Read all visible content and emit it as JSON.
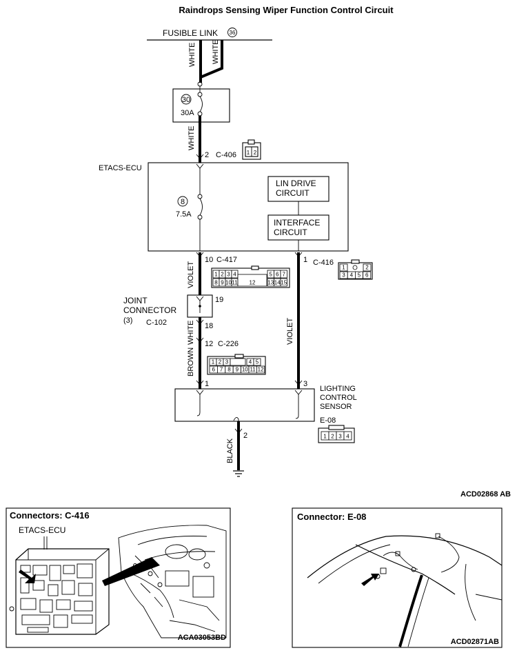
{
  "title": "Raindrops Sensing Wiper Function Control Circuit",
  "fusible_link": {
    "label": "FUSIBLE LINK",
    "number": "36"
  },
  "fuse_30": {
    "number": "30",
    "rating": "30A"
  },
  "fuse_8": {
    "number": "8",
    "rating": "7.5A"
  },
  "wire_colors": {
    "white": "WHITE",
    "violet": "VIOLET",
    "brown": "BROWN",
    "black": "BLACK"
  },
  "etacs": {
    "label": "ETACS-ECU",
    "lin_drive_line1": "LIN DRIVE",
    "lin_drive_line2": "CIRCUIT",
    "interface_line1": "INTERFACE",
    "interface_line2": "CIRCUIT"
  },
  "connectors": {
    "c406": {
      "pin": "2",
      "name": "C-406",
      "pins": [
        "1",
        "2"
      ]
    },
    "c417": {
      "pin": "10",
      "name": "C-417",
      "row1": [
        "1",
        "2",
        "3",
        "4",
        "5",
        "6",
        "7"
      ],
      "row2": [
        "8",
        "9",
        "10",
        "11",
        "12",
        "13",
        "14",
        "15"
      ]
    },
    "c416": {
      "pin": "1",
      "name": "C-416",
      "row1": [
        "1",
        "2"
      ],
      "row2": [
        "3",
        "4",
        "5",
        "6"
      ]
    },
    "c102": {
      "line1": "JOINT",
      "line2": "CONNECTOR",
      "line3": "(3)",
      "name": "C-102",
      "pin_in": "19",
      "pin_out": "18"
    },
    "c226": {
      "pin": "12",
      "name": "C-226",
      "row1": [
        "1",
        "2",
        "3",
        "4",
        "5"
      ],
      "row2": [
        "6",
        "7",
        "8",
        "9",
        "10",
        "11",
        "12"
      ]
    },
    "e08": {
      "name": "E-08",
      "pins": [
        "1",
        "2",
        "3",
        "4"
      ]
    }
  },
  "sensor": {
    "line1": "LIGHTING",
    "line2": "CONTROL",
    "line3": "SENSOR",
    "pin_left": "1",
    "pin_right": "3",
    "pin_ground": "2"
  },
  "diagram_code": "ACD02868 AB",
  "panel_left": {
    "title": "Connectors: C-416",
    "label": "ETACS-ECU",
    "code": "ACA03053BD"
  },
  "panel_right": {
    "title": "Connector: E-08",
    "code": "ACD02871AB"
  }
}
